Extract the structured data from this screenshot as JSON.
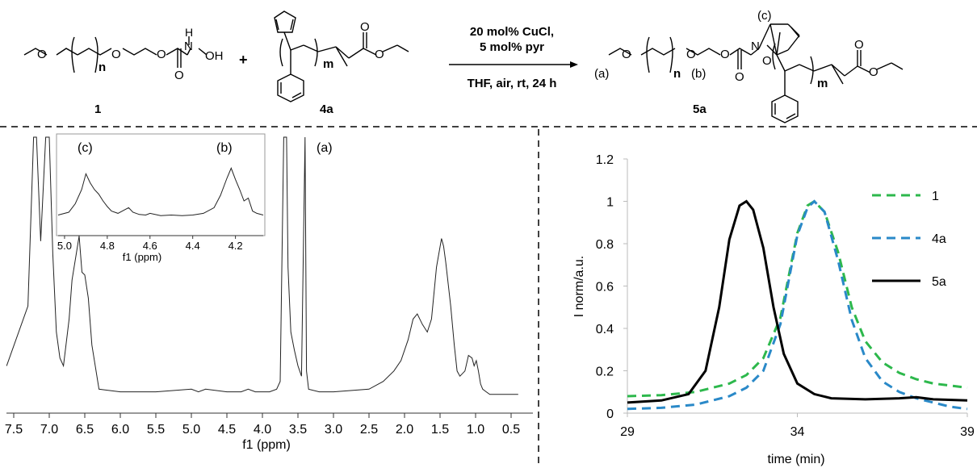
{
  "scheme": {
    "compound_1": "1",
    "compound_4a": "4a",
    "compound_5a": "5a",
    "plus": "+",
    "conditions_line1": "20 mol% CuCl,",
    "conditions_line2": "5 mol% pyr",
    "conditions_line3": "THF, air, rt, 24 h",
    "repeat_n": "n",
    "repeat_m": "m",
    "label_a": "(a)",
    "label_b": "(b)",
    "label_c": "(c)",
    "atoms": {
      "O": "O",
      "N": "N",
      "H": "H",
      "OH": "OH"
    }
  },
  "nmr": {
    "xlabel": "f1 (ppm)",
    "ticks": [
      "7.5",
      "7.0",
      "6.5",
      "6.0",
      "5.5",
      "5.0",
      "4.5",
      "4.0",
      "3.5",
      "3.0",
      "2.5",
      "2.0",
      "1.5",
      "1.0",
      "0.5"
    ],
    "peak_labels": [
      "(a)"
    ],
    "inset": {
      "xlabel": "f1 (ppm)",
      "ticks": [
        "5.0",
        "4.8",
        "4.6",
        "4.4",
        "4.2"
      ],
      "peak_labels": [
        "(c)",
        "(b)"
      ]
    }
  },
  "chart_data": [
    {
      "type": "line",
      "title": "",
      "xlabel": "f1 (ppm)",
      "ylabel": "",
      "x_reversed": true,
      "xlim": [
        7.5,
        0.5
      ],
      "series": [
        {
          "x": [
            7.6,
            7.3,
            7.22,
            7.18,
            7.12,
            7.05,
            7.0,
            6.95,
            6.9,
            6.85,
            6.8,
            6.72,
            6.68,
            6.62,
            6.58,
            6.54,
            6.5,
            6.45,
            6.4,
            6.3,
            6.0,
            5.5,
            5.0,
            4.9,
            4.8,
            4.5,
            4.3,
            4.2,
            4.1,
            3.9,
            3.8,
            3.75,
            3.7,
            3.68,
            3.66,
            3.64,
            3.6,
            3.55,
            3.5,
            3.45,
            3.4,
            3.38,
            3.35,
            3.2,
            3.0,
            2.5,
            2.3,
            2.15,
            2.05,
            1.95,
            1.88,
            1.82,
            1.75,
            1.68,
            1.62,
            1.55,
            1.48,
            1.45,
            1.42,
            1.35,
            1.3,
            1.26,
            1.22,
            1.15,
            1.1,
            1.05,
            1.02,
            0.99,
            0.96,
            0.93,
            0.9,
            0.85,
            0.8,
            0.6,
            0.4
          ],
          "y": [
            0.12,
            0.35,
            1.0,
            1.0,
            0.6,
            1.0,
            1.0,
            0.55,
            0.25,
            0.15,
            0.12,
            0.3,
            0.45,
            0.55,
            0.62,
            0.48,
            0.47,
            0.38,
            0.2,
            0.03,
            0.02,
            0.02,
            0.03,
            0.02,
            0.03,
            0.02,
            0.02,
            0.03,
            0.02,
            0.02,
            0.03,
            0.06,
            1.0,
            1.0,
            1.0,
            0.5,
            0.25,
            0.18,
            0.12,
            0.08,
            1.0,
            0.1,
            0.03,
            0.02,
            0.02,
            0.03,
            0.06,
            0.1,
            0.14,
            0.22,
            0.3,
            0.32,
            0.28,
            0.25,
            0.3,
            0.5,
            0.61,
            0.58,
            0.52,
            0.35,
            0.2,
            0.1,
            0.08,
            0.1,
            0.16,
            0.15,
            0.12,
            0.14,
            0.1,
            0.05,
            0.03,
            0.02,
            0.01,
            0.01,
            0.01
          ]
        }
      ]
    },
    {
      "type": "line",
      "title": "",
      "xlabel": "time (min)",
      "ylabel": "I norm/a.u.",
      "xlim": [
        29,
        39
      ],
      "ylim": [
        0,
        1.2
      ],
      "xticks": [
        "29",
        "34",
        "39"
      ],
      "yticks": [
        "0",
        "0.2",
        "0.4",
        "0.6",
        "0.8",
        "1",
        "1.2"
      ],
      "legend_position": "right",
      "series": [
        {
          "name": "1",
          "color": "#2db84c",
          "dash": "dashed",
          "x": [
            29,
            30,
            31,
            32,
            32.5,
            33,
            33.5,
            34,
            34.3,
            34.5,
            34.8,
            35.2,
            35.6,
            36,
            36.5,
            37,
            37.5,
            38,
            38.5,
            39
          ],
          "y": [
            0.08,
            0.085,
            0.1,
            0.14,
            0.18,
            0.26,
            0.45,
            0.85,
            0.98,
            1.0,
            0.95,
            0.76,
            0.5,
            0.34,
            0.24,
            0.19,
            0.16,
            0.14,
            0.13,
            0.12
          ]
        },
        {
          "name": "4a",
          "color": "#2a89c8",
          "dash": "dashed",
          "x": [
            29,
            30,
            31,
            32,
            32.5,
            33,
            33.5,
            34,
            34.3,
            34.5,
            34.8,
            35.2,
            35.6,
            36,
            36.5,
            37,
            37.5,
            38,
            38.5,
            39
          ],
          "y": [
            0.02,
            0.025,
            0.04,
            0.08,
            0.12,
            0.2,
            0.42,
            0.84,
            0.97,
            1.0,
            0.95,
            0.72,
            0.44,
            0.26,
            0.15,
            0.1,
            0.07,
            0.05,
            0.03,
            0.02
          ]
        },
        {
          "name": "5a",
          "color": "#000000",
          "dash": "solid",
          "x": [
            29,
            30,
            30.8,
            31.3,
            31.7,
            32,
            32.3,
            32.5,
            32.7,
            33,
            33.3,
            33.6,
            34,
            34.5,
            35,
            36,
            37,
            37.5,
            38,
            39
          ],
          "y": [
            0.05,
            0.06,
            0.09,
            0.2,
            0.5,
            0.82,
            0.98,
            1.0,
            0.96,
            0.78,
            0.5,
            0.28,
            0.14,
            0.09,
            0.07,
            0.065,
            0.07,
            0.075,
            0.065,
            0.06
          ]
        }
      ]
    }
  ]
}
